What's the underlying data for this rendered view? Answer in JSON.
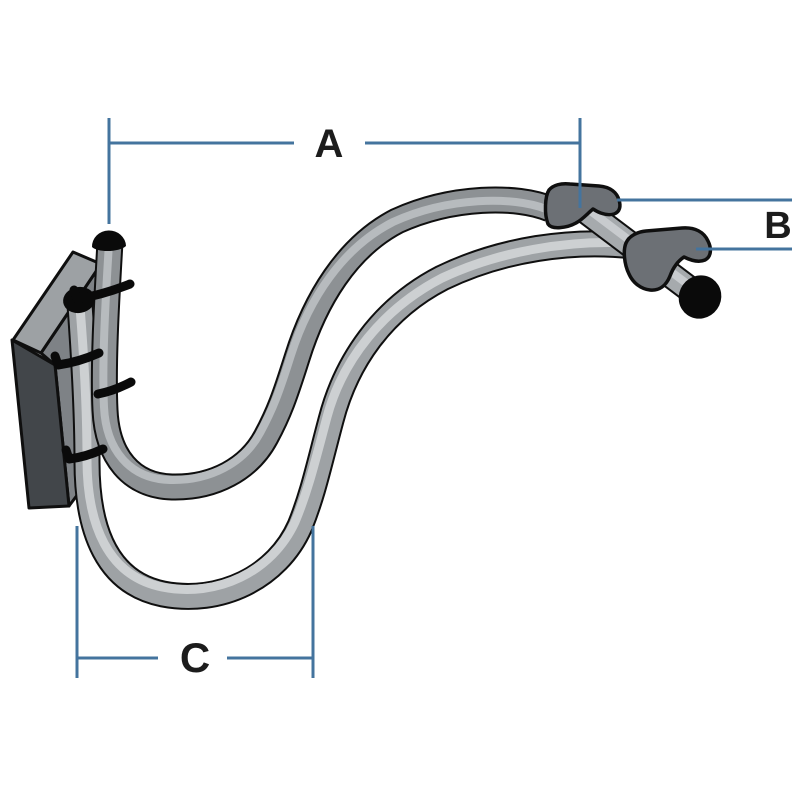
{
  "diagram": {
    "description": "Wall-mounted double-loop tube rack with clamp handles, annotated with dimension leader lines",
    "dimensions": {
      "a": {
        "label": "A"
      },
      "b": {
        "label": "B"
      },
      "c": {
        "label": "C"
      }
    }
  },
  "colors": {
    "bg": "#ffffff",
    "dim": "#44749e",
    "ink": "#1c1c1c",
    "outline": "#0f0f0f",
    "tube1-body": "#8d9194",
    "tube1-hi": "#b7bbbe",
    "tube2-body": "#9ea2a5",
    "tube2-hi": "#cdd0d2",
    "grip-body": "#a6aaad",
    "grip-hi": "#c8cbce",
    "connector": "#6c7075",
    "plate-top": "#9da1a4",
    "plate-side": "#7e8286",
    "plate-front": "#42464a",
    "black-part": "#0a0a0a"
  }
}
